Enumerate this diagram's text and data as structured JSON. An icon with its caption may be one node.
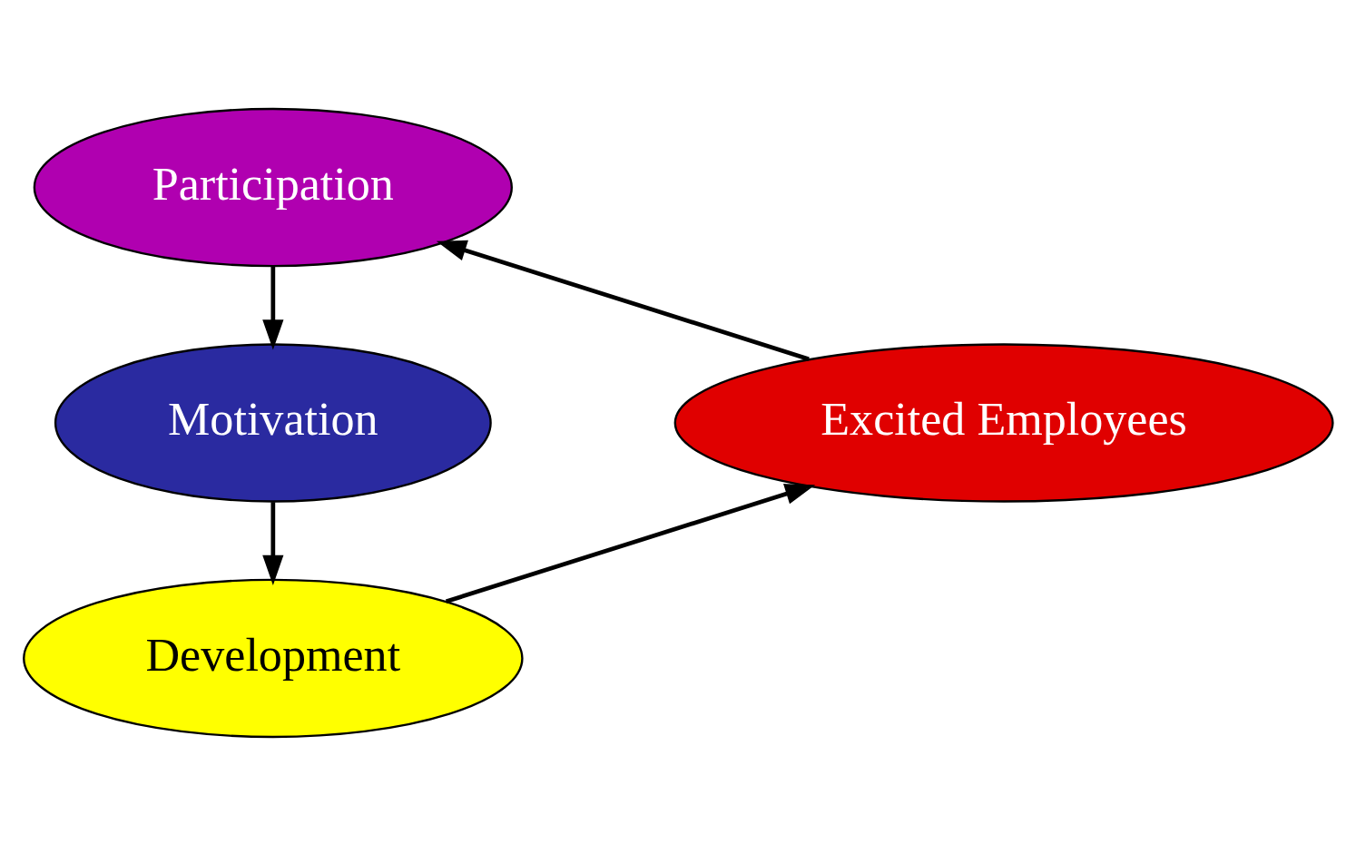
{
  "diagram": {
    "nodes": [
      {
        "text": [
          "Participation"
        ]
      },
      {
        "text": [
          "Motivation"
        ]
      },
      {
        "text": [
          "Development"
        ]
      },
      {
        "text": [
          "Excited Employees"
        ]
      }
    ],
    "edges": [
      {
        "from": 0,
        "to": 1,
        "arrow": "to"
      },
      {
        "from": 1,
        "to": 2,
        "arrow": "to"
      },
      {
        "from": 2,
        "to": 3,
        "arrow": "to"
      },
      {
        "from": 3,
        "to": 0,
        "arrow": "to"
      }
    ]
  }
}
